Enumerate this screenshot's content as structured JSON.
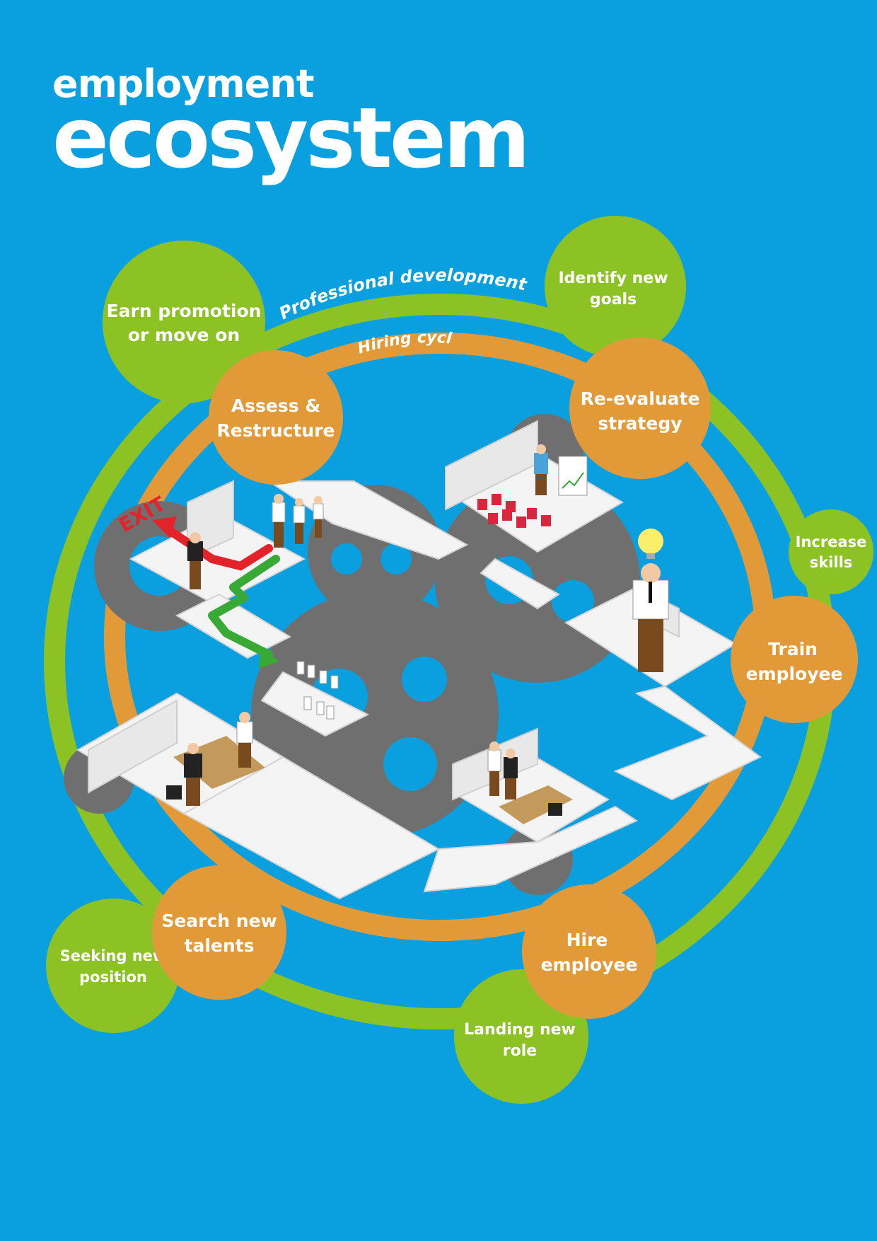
{
  "title": {
    "line1": "employment",
    "line2": "ecosystem"
  },
  "cycles": {
    "outer_label": "Professional development cycle",
    "inner_label": "Hiring cycle"
  },
  "exit_label": "EXIT",
  "green_nodes": [
    {
      "line1": "Earn promotion",
      "line2": "or move on"
    },
    {
      "line1": "Identify new",
      "line2": "goals"
    },
    {
      "line1": "Increase",
      "line2": "skills"
    },
    {
      "line1": "Landing new",
      "line2": "role"
    },
    {
      "line1": "Seeking new",
      "line2": "position"
    }
  ],
  "orange_nodes": [
    {
      "line1": "Assess &",
      "line2": "Restructure"
    },
    {
      "line1": "Re-evaluate",
      "line2": "strategy"
    },
    {
      "line1": "Train",
      "line2": "employee"
    },
    {
      "line1": "Hire",
      "line2": "employee"
    },
    {
      "line1": "Search new",
      "line2": "talents"
    }
  ],
  "colors": {
    "background": "#0aa0e0",
    "green": "#8dc224",
    "orange": "#e29a38",
    "gear": "#7a7a7a",
    "tile": "#f4f4f4",
    "exit_arrow": "#e3222a",
    "path_arrow": "#39a935"
  },
  "icons": [
    "gear-icon",
    "person-icon",
    "desk-icon",
    "chair-icon",
    "whiteboard-icon",
    "lightbulb-icon"
  ]
}
